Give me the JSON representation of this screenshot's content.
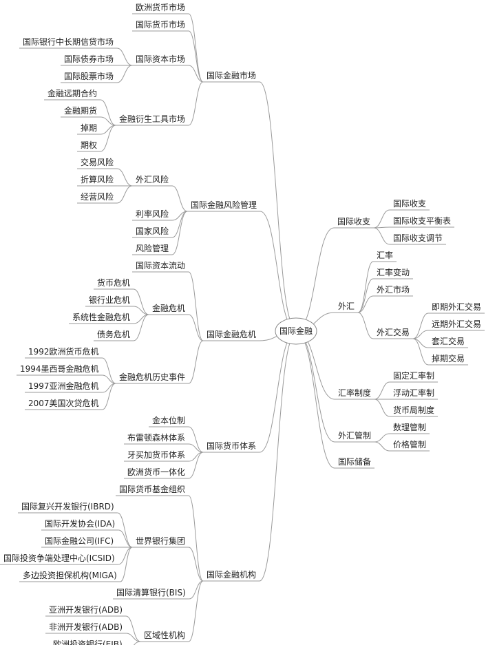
{
  "root": "国际金融",
  "nodes": {
    "n_market": "国际金融市场",
    "n_eur_currency": "欧洲货币市场",
    "n_intl_currency": "国际货币市场",
    "n_capital": "国际资本市场",
    "n_loan": "国际银行中长期信贷市场",
    "n_bond": "国际债券市场",
    "n_stock": "国际股票市场",
    "n_deriv": "金融衍生工具市场",
    "n_forward": "金融远期合约",
    "n_futures": "金融期货",
    "n_swap": "掉期",
    "n_option": "期权",
    "n_risk": "国际金融风险管理",
    "n_fxrisk": "外汇风险",
    "n_trans": "交易风险",
    "n_conv": "折算风险",
    "n_oper": "经营风险",
    "n_rate": "利率风险",
    "n_country": "国家风险",
    "n_riskmgmt": "风险管理",
    "n_crisis": "国际金融危机",
    "n_flow": "国际资本流动",
    "n_fcrisis": "金融危机",
    "n_curcrisis": "货币危机",
    "n_bank": "银行业危机",
    "n_sys": "系统性金融危机",
    "n_debt": "债务危机",
    "n_hist": "金融危机历史事件",
    "n_1992": "1992欧洲货币危机",
    "n_1994": "1994墨西哥金融危机",
    "n_1997": "1997亚洲金融危机",
    "n_2007": "2007美国次贷危机",
    "n_system": "国际货币体系",
    "n_gold": "金本位制",
    "n_bw": "布雷顿森林体系",
    "n_jam": "牙买加货币体系",
    "n_euro": "欧洲货币一体化",
    "n_inst": "国际金融机构",
    "n_imf": "国际货币基金组织",
    "n_wbg": "世界银行集团",
    "n_ibrd": "国际复兴开发银行(IBRD)",
    "n_ida": "国际开发协会(IDA)",
    "n_ifc": "国际金融公司(IFC)",
    "n_icsid": "国际投资争端处理中心(ICSID)",
    "n_miga": "多边投资担保机构(MIGA)",
    "n_bis": "国际清算银行(BIS)",
    "n_regional": "区域性机构",
    "n_adb": "亚洲开发银行(ADB)",
    "n_afdb": "非洲开发银行(ADB)",
    "n_eib": "欧洲投资银行(EIB)",
    "n_bop": "国际收支",
    "n_bop1": "国际收支",
    "n_bop2": "国际收支平衡表",
    "n_bop3": "国际收支调节",
    "n_fx": "外汇",
    "n_exrate": "汇率",
    "n_exchg": "汇率变动",
    "n_fxmkt": "外汇市场",
    "n_fxtrade": "外汇交易",
    "n_spot": "即期外汇交易",
    "n_fwd": "远期外汇交易",
    "n_arb": "套汇交易",
    "n_fxswap": "掉期交易",
    "n_regime": "汇率制度",
    "n_fixed": "固定汇率制",
    "n_float": "浮动汇率制",
    "n_cboard": "货币局制度",
    "n_control": "外汇管制",
    "n_qty": "数理管制",
    "n_price": "价格管制",
    "n_reserve": "国际储备"
  }
}
